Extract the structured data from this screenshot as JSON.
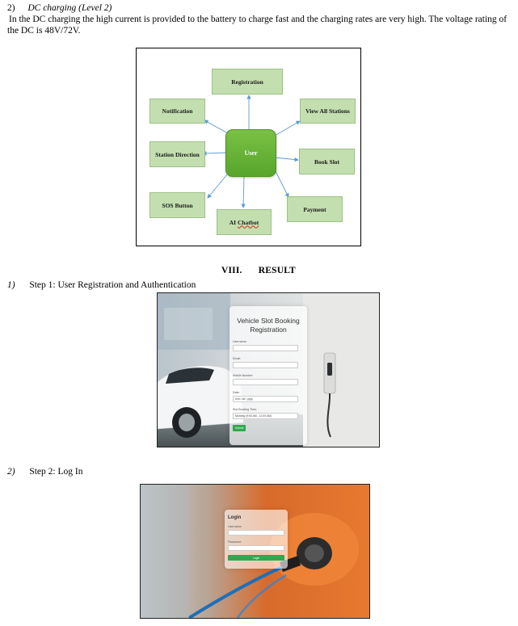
{
  "section_dc": {
    "number": "2)",
    "title": "DC charging (Level 2)",
    "paragraph": "In the DC charging the high current is provided to the battery to charge fast and the charging rates are very high. The voltage rating of the DC is 48V/72V."
  },
  "diagram": {
    "center": "User",
    "nodes": {
      "registration": "Registration",
      "notification": "Notification",
      "view_all_stations": "View All Stations",
      "station_direction": "Station Direction",
      "book_slot": "Book Slot",
      "sos_button": "SOS Button",
      "payment": "Payment",
      "ai_chatbot_prefix": "AI ",
      "ai_chatbot_word": "Chatbot"
    },
    "colors": {
      "node_fill": "#c3dfb0",
      "center_fill": "#5ea832",
      "arrow": "#5b9bd5"
    }
  },
  "result": {
    "number": "VIII.",
    "title": "RESULT"
  },
  "step1": {
    "number": "1)",
    "text": "Step 1:  User Registration and Authentication",
    "form": {
      "title_line1": "Vehicle Slot Booking",
      "title_line2": "Registration",
      "username_label": "Username:",
      "email_label": "Email:",
      "mobile_label": "Mobile Number:",
      "date_label": "Date:",
      "date_value": "mm / dd / yyyy",
      "time_label": "Slot Booking Time:",
      "time_value": "Morning (9:00 AM - 11:00 AM)",
      "submit_label": "Submit"
    }
  },
  "step2": {
    "number": "2)",
    "text": "Step 2: Log In",
    "form": {
      "title": "Login",
      "username_label": "Username:",
      "password_label": "Password:",
      "button_label": "Login"
    }
  }
}
